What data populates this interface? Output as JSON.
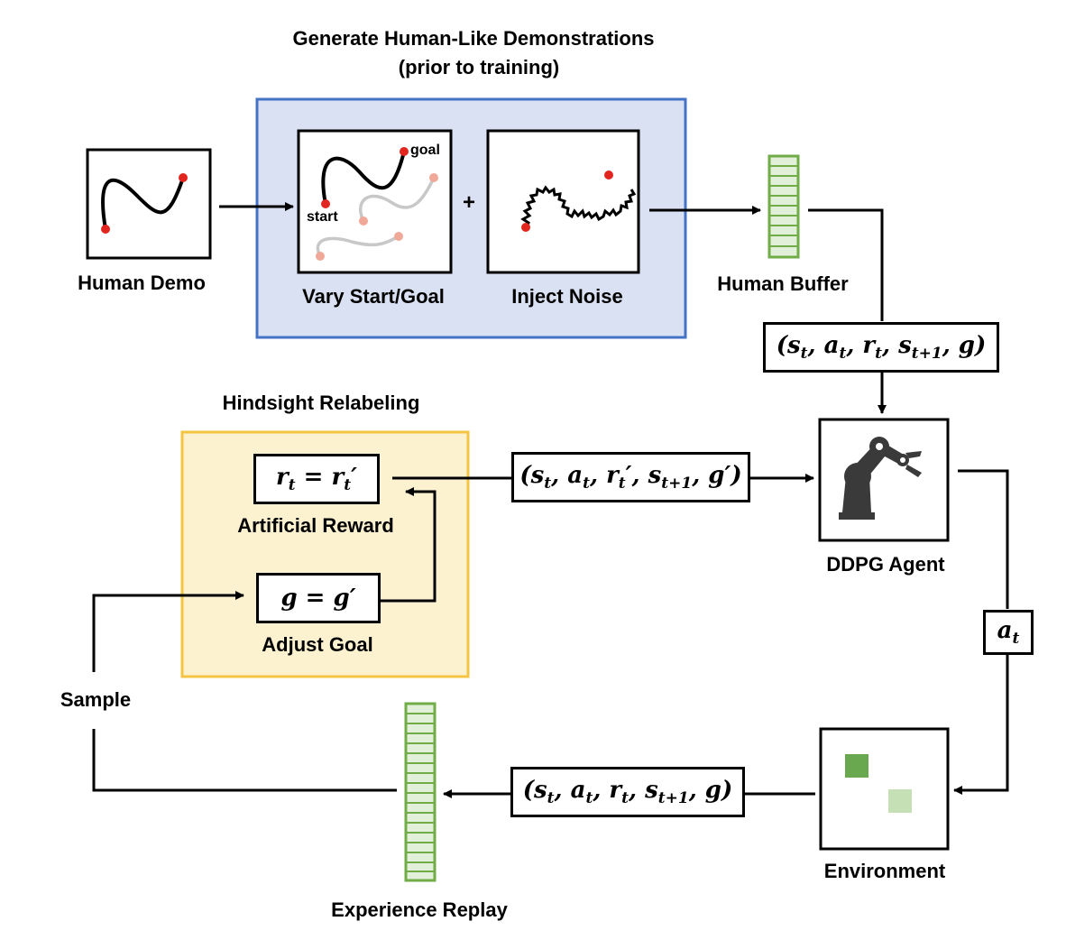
{
  "top_title": [
    "Generate Human-Like Demonstrations",
    "(prior to training)"
  ],
  "labels": {
    "human_demo": "Human Demo",
    "vary": "Vary Start/Goal",
    "inject": "Inject Noise",
    "plus": "+",
    "human_buffer": "Human Buffer",
    "hindsight": "Hindsight Relabeling",
    "artificial_reward": "Artificial Reward",
    "adjust_goal": "Adjust Goal",
    "ddpg": "DDPG Agent",
    "environment": "Environment",
    "sample": "Sample",
    "experience_replay": "Experience Replay",
    "start": "start",
    "goal": "goal"
  },
  "colors": {
    "blue_fill": "#dae1f3",
    "blue_border": "#4472c4",
    "yellow_fill": "#fdf2d0",
    "yellow_border": "#f4c542",
    "buffer_fill": "#e2f0d9",
    "buffer_border": "#70ad47",
    "env_dark": "#6aa84f",
    "env_light": "#c5e0b4",
    "dot": "#e2261f"
  },
  "icons": {
    "agent": "robot-arm-icon",
    "buffer": "replay-buffer-icon",
    "env": "environment-grid-icon"
  }
}
